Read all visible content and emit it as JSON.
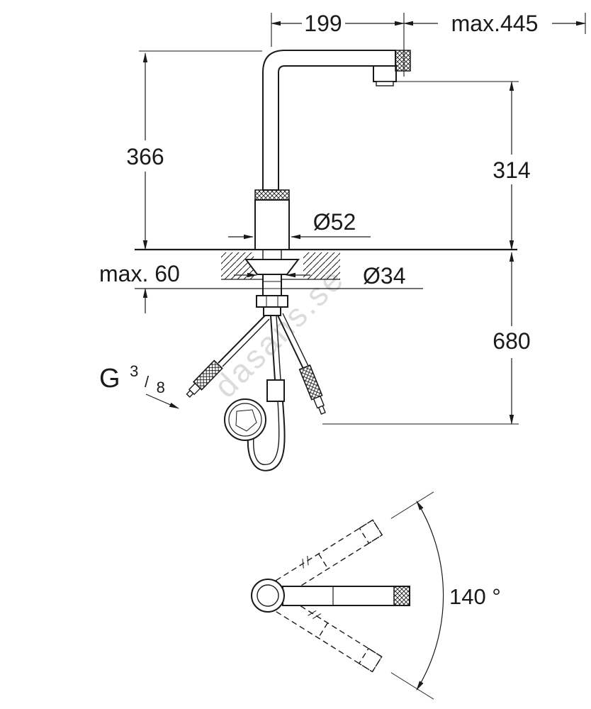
{
  "drawing": {
    "dims": {
      "d199": "199",
      "d445": "max.445",
      "d366": "366",
      "d314": "314",
      "d52": "Ø52",
      "d60": "max. 60",
      "d34": "Ø34",
      "d680": "680",
      "angle": "140 °"
    },
    "thread": {
      "g": "G",
      "num": "3",
      "slash": "/",
      "den": "8"
    },
    "watermark": "dasans.se",
    "colors": {
      "line": "#1a1a1a",
      "background": "#ffffff",
      "watermark": "#c5c5c5"
    }
  }
}
